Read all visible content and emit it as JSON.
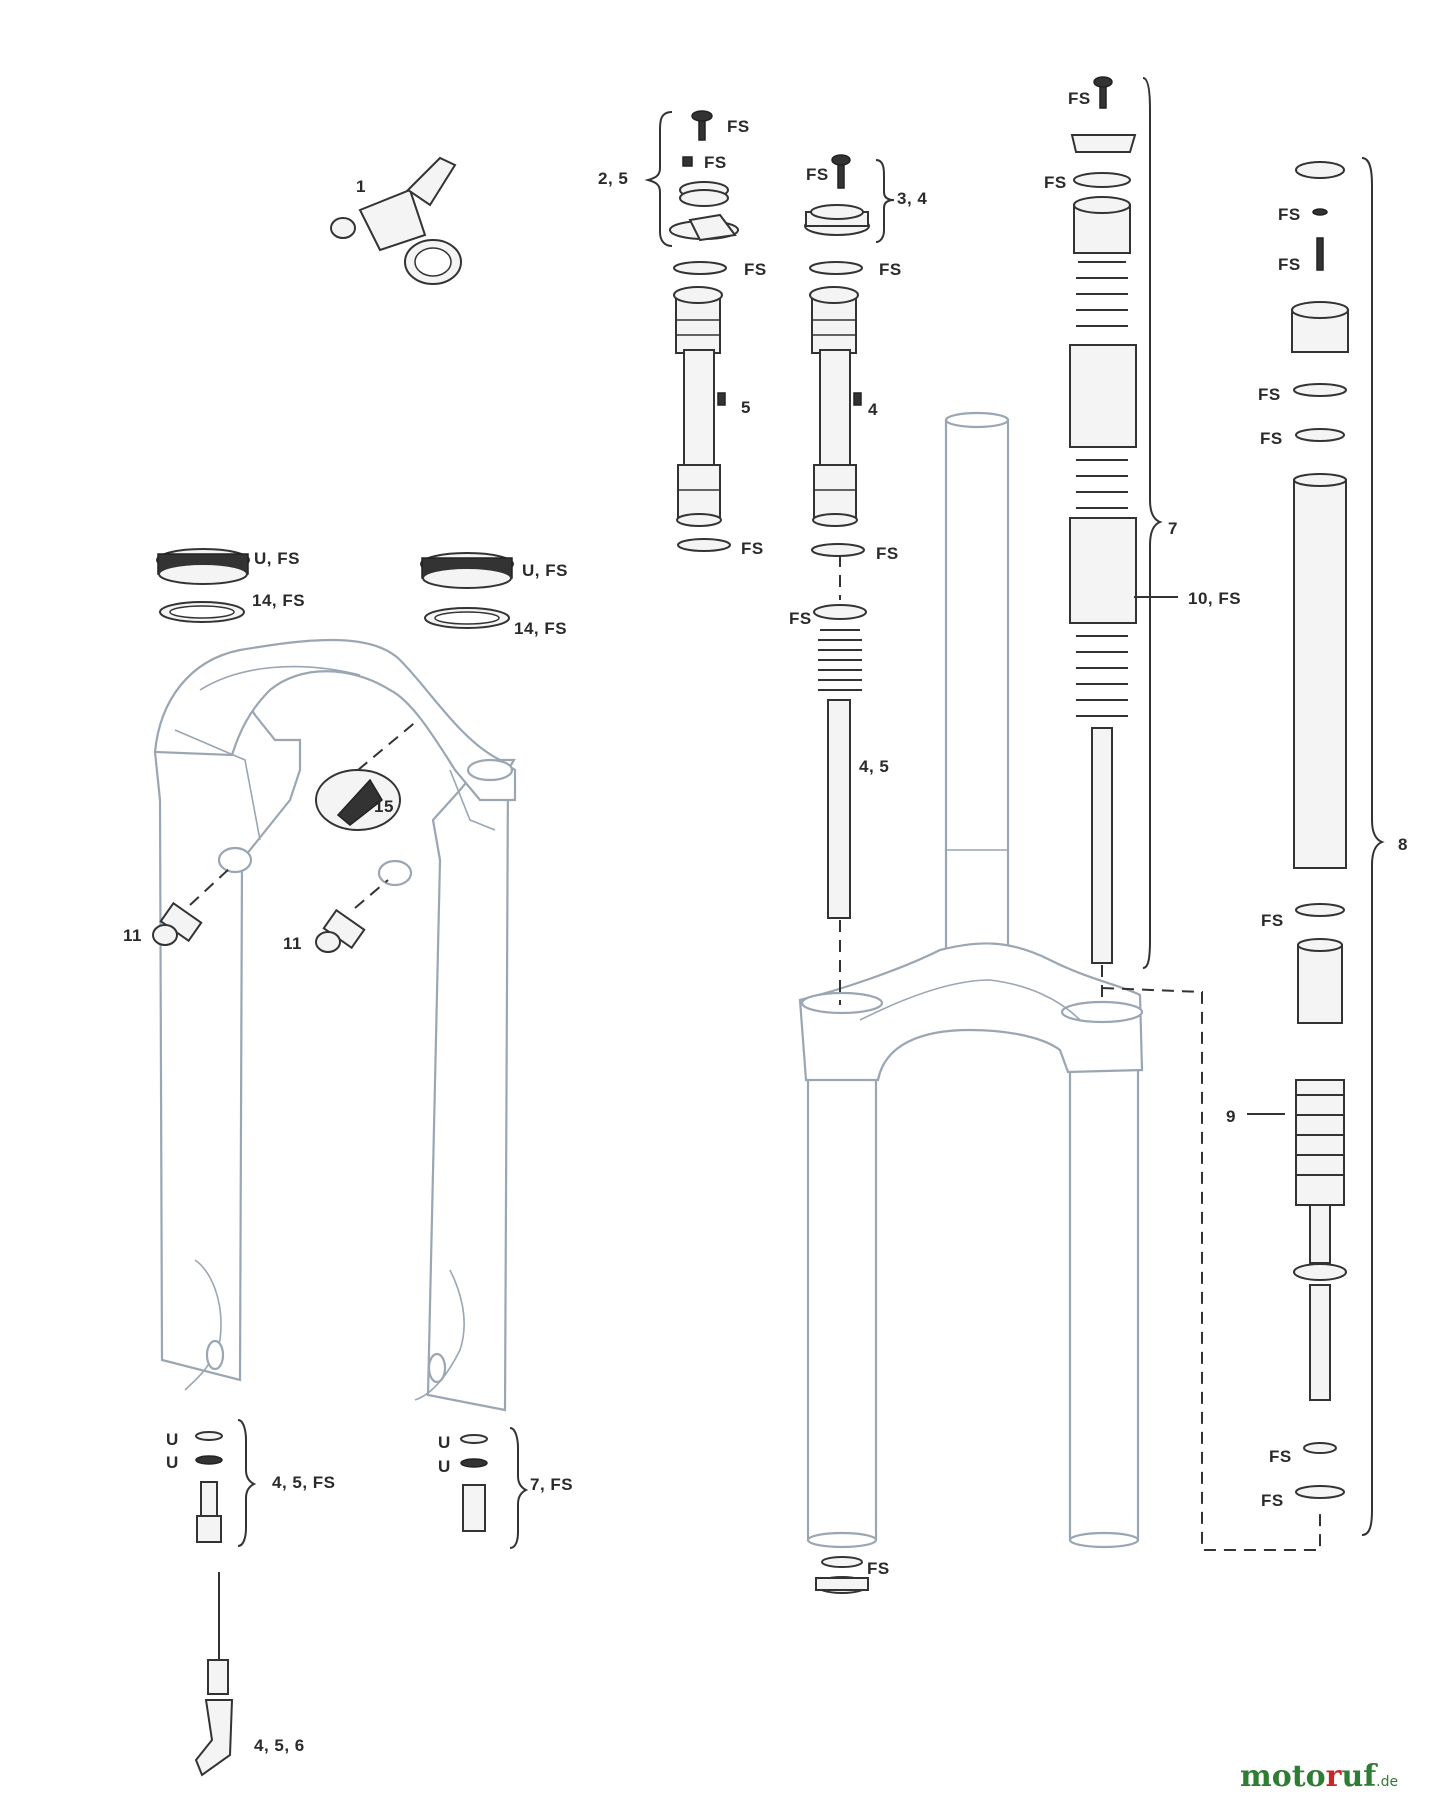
{
  "labels": {
    "l1": "1",
    "l2_5": "2, 5",
    "fs_a": "FS",
    "fs_b": "FS",
    "fs_c": "FS",
    "l3_4": "3, 4",
    "fs_d": "FS",
    "fs_e": "FS",
    "l5": "5",
    "l4": "4",
    "fs_f": "FS",
    "fs_g": "FS",
    "fs_h": "FS",
    "l4_5a": "4, 5",
    "fs_i": "FS",
    "fs_j": "FS",
    "l7": "7",
    "l10fs": "10, FS",
    "fs_k": "FS",
    "fs_l": "FS",
    "fs_m": "FS",
    "fs_n": "FS",
    "l8": "8",
    "fs_o": "FS",
    "l9": "9",
    "fs_p": "FS",
    "fs_q": "FS",
    "ufs_a": "U, FS",
    "ufs_b": "U, FS",
    "l14fs_a": "14, FS",
    "l14fs_b": "14, FS",
    "l15": "15",
    "l11a": "11",
    "l11b": "11",
    "u_a": "U",
    "u_b": "U",
    "u_c": "U",
    "u_d": "U",
    "l45fs": "4, 5, FS",
    "l7fs": "7, FS",
    "l456": "4, 5, 6",
    "fs_r": "FS"
  },
  "watermark": {
    "part1": "moto",
    "part2": "r",
    "part3": "uf",
    "domain": ".de"
  }
}
